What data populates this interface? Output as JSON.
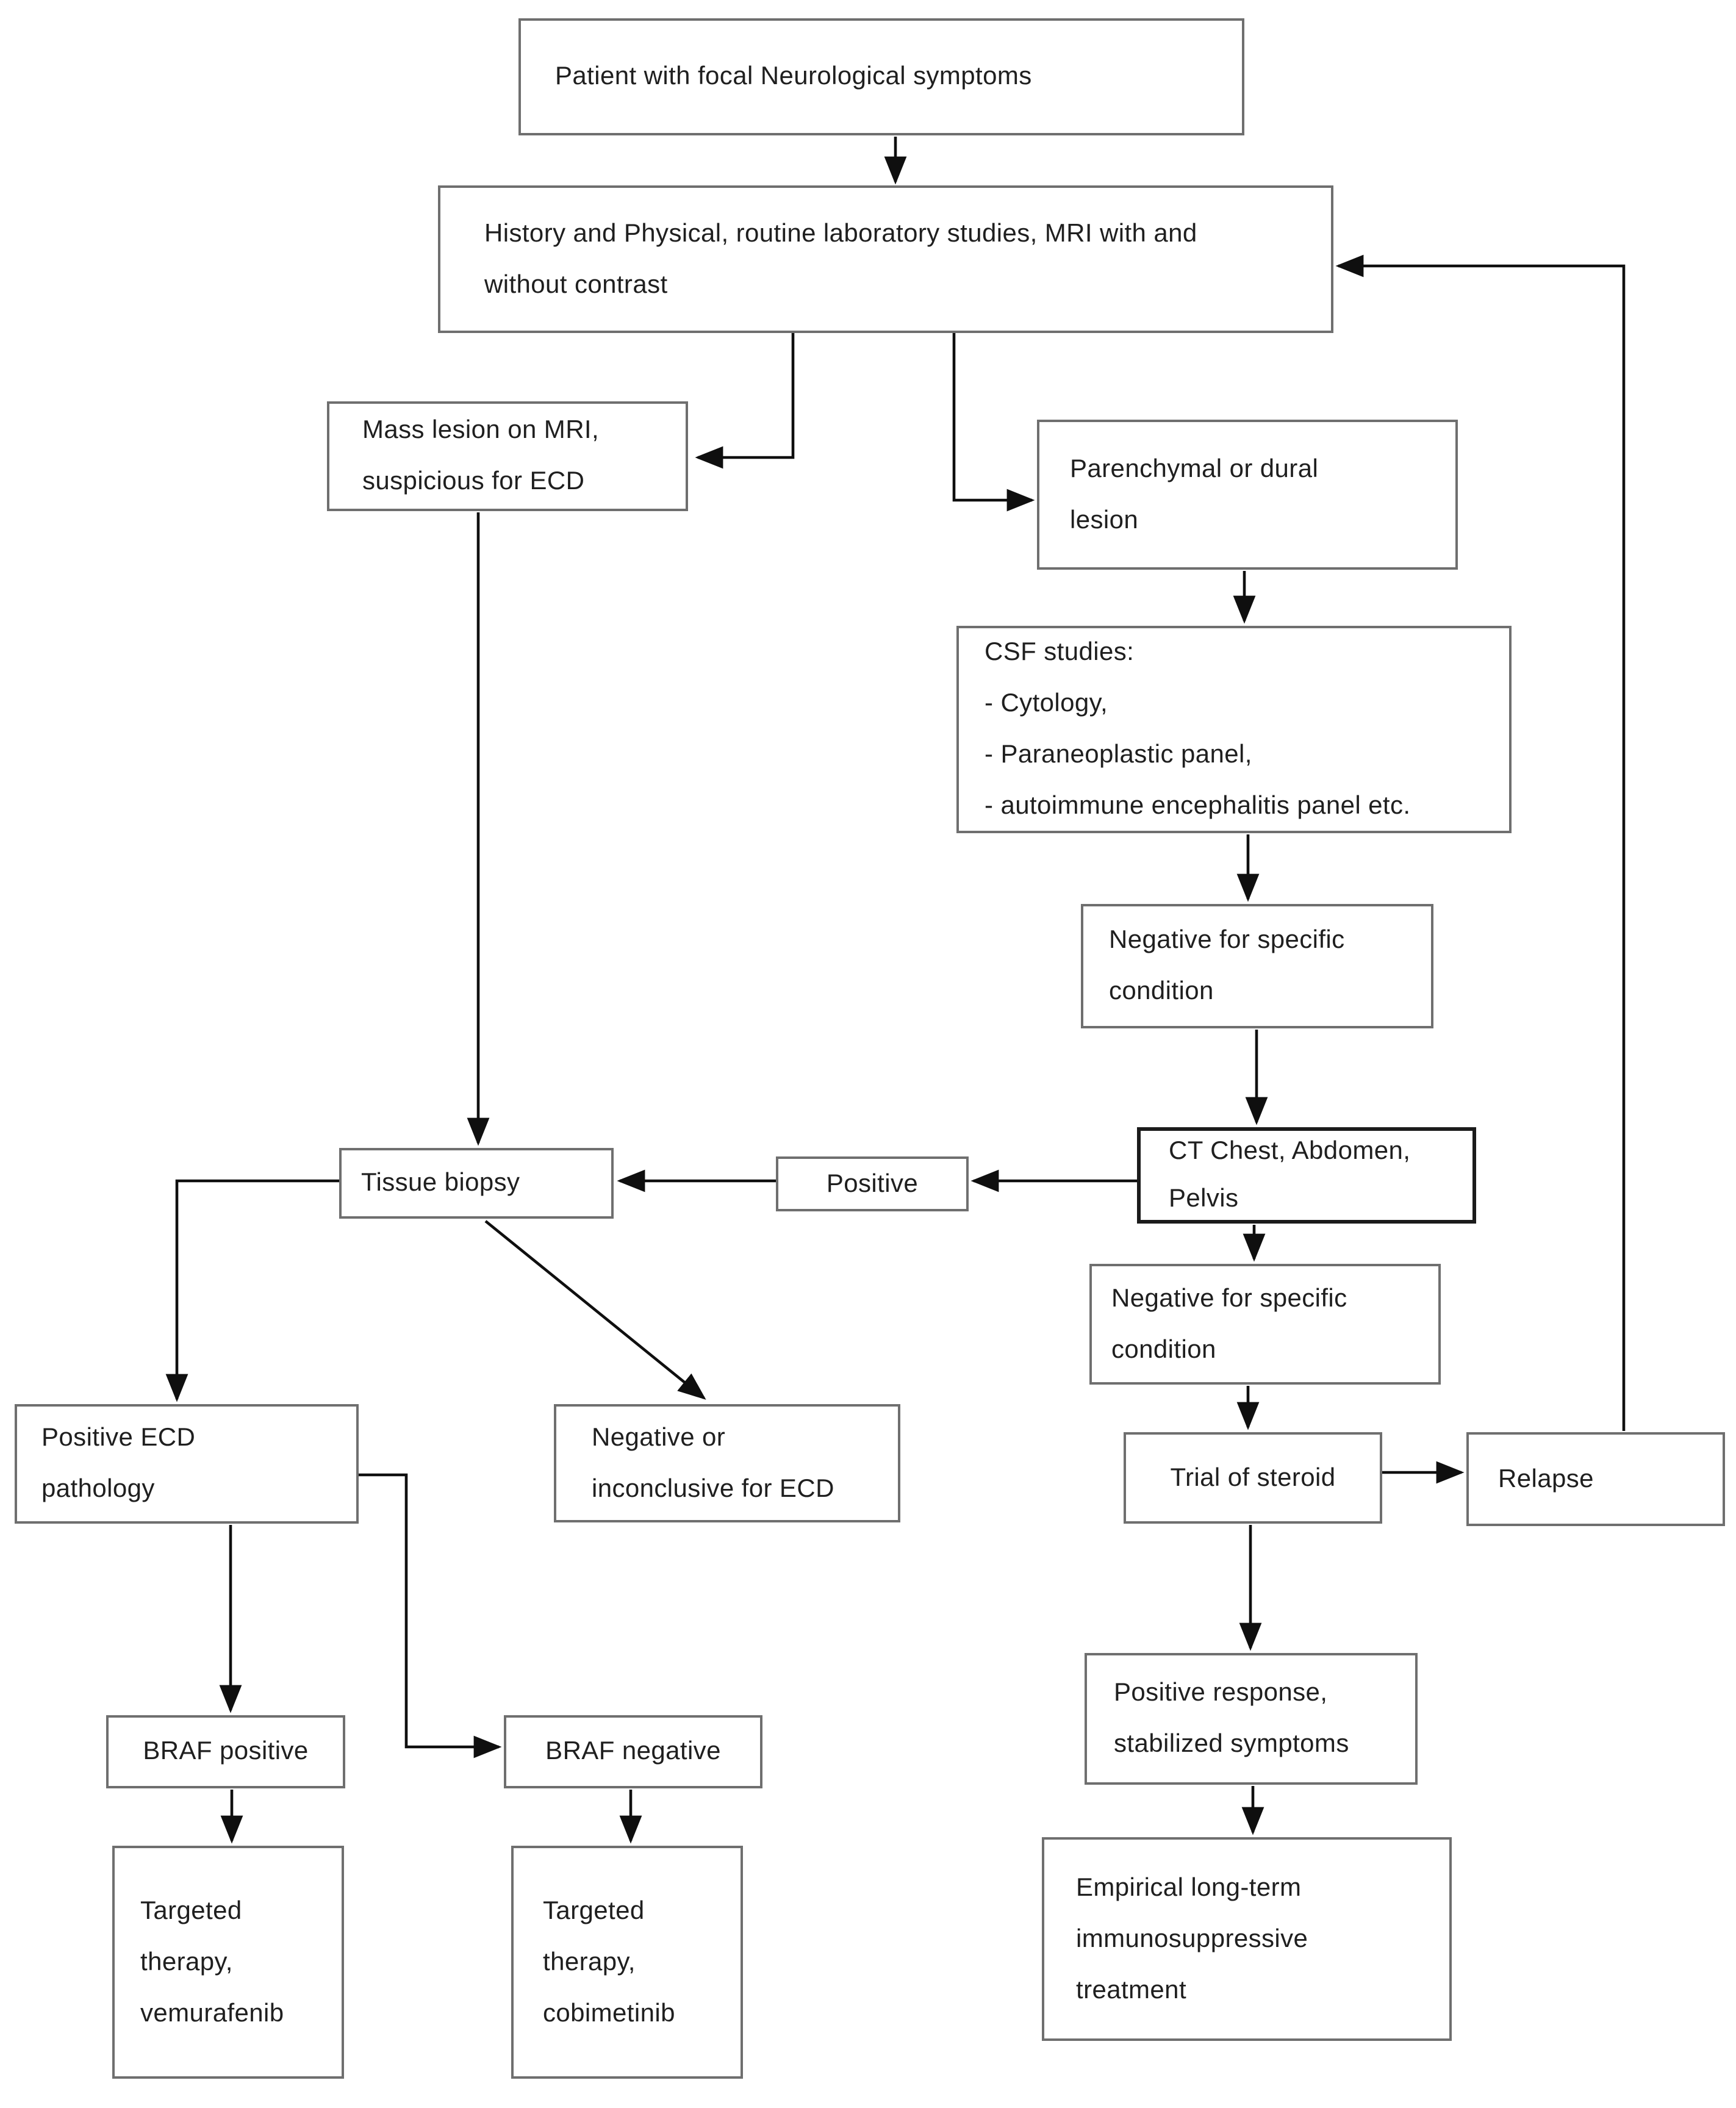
{
  "diagram": {
    "title": "ECD focal neurological symptoms diagnostic flowchart",
    "colors": {
      "background": "#ffffff",
      "box_border": "#6f6f6f",
      "emphasis_box_border": "#1b1b1b",
      "arrow": "#0f0f0f",
      "text": "#1f1f1f"
    },
    "nodes": {
      "patient": "Patient with focal Neurological symptoms",
      "workup": "History and Physical, routine laboratory studies, MRI with and\nwithout contrast",
      "mass": "Mass lesion on MRI,\nsuspicious for ECD",
      "parenchymal": "Parenchymal or dural\nlesion",
      "csf": "CSF studies:\n- Cytology,\n- Paraneoplastic panel,\n- autoimmune encephalitis panel etc.",
      "neg1": "Negative for specific\ncondition",
      "tissue": "Tissue biopsy",
      "positive": "Positive",
      "ct": "CT Chest, Abdomen,\nPelvis",
      "neg2": "Negative for specific\ncondition",
      "posEcd": "Positive ECD\npathology",
      "negEcd": "Negative or\ninconclusive for ECD",
      "trial": "Trial of steroid",
      "relapse": "Relapse",
      "brafPos": "BRAF positive",
      "brafNeg": "BRAF negative",
      "vem": "Targeted\ntherapy,\nvemurafenib",
      "cob": "Targeted\ntherapy,\ncobimetinib",
      "posResp": "Positive response,\nstabilized symptoms",
      "empirical": "Empirical long-term\nimmunosuppressive\ntreatment"
    },
    "edges": [
      {
        "from": "patient",
        "to": "workup"
      },
      {
        "from": "workup",
        "to": "mass"
      },
      {
        "from": "workup",
        "to": "parenchymal"
      },
      {
        "from": "parenchymal",
        "to": "csf"
      },
      {
        "from": "csf",
        "to": "neg1"
      },
      {
        "from": "neg1",
        "to": "ct"
      },
      {
        "from": "ct",
        "to": "positive"
      },
      {
        "from": "positive",
        "to": "tissue"
      },
      {
        "from": "mass",
        "to": "tissue"
      },
      {
        "from": "tissue",
        "to": "posEcd"
      },
      {
        "from": "tissue",
        "to": "negEcd"
      },
      {
        "from": "posEcd",
        "to": "brafPos"
      },
      {
        "from": "posEcd",
        "to": "brafNeg"
      },
      {
        "from": "brafPos",
        "to": "vem"
      },
      {
        "from": "brafNeg",
        "to": "cob"
      },
      {
        "from": "ct",
        "to": "neg2"
      },
      {
        "from": "neg2",
        "to": "trial"
      },
      {
        "from": "trial",
        "to": "relapse"
      },
      {
        "from": "relapse",
        "to": "workup"
      },
      {
        "from": "trial",
        "to": "posResp"
      },
      {
        "from": "posResp",
        "to": "empirical"
      }
    ]
  }
}
